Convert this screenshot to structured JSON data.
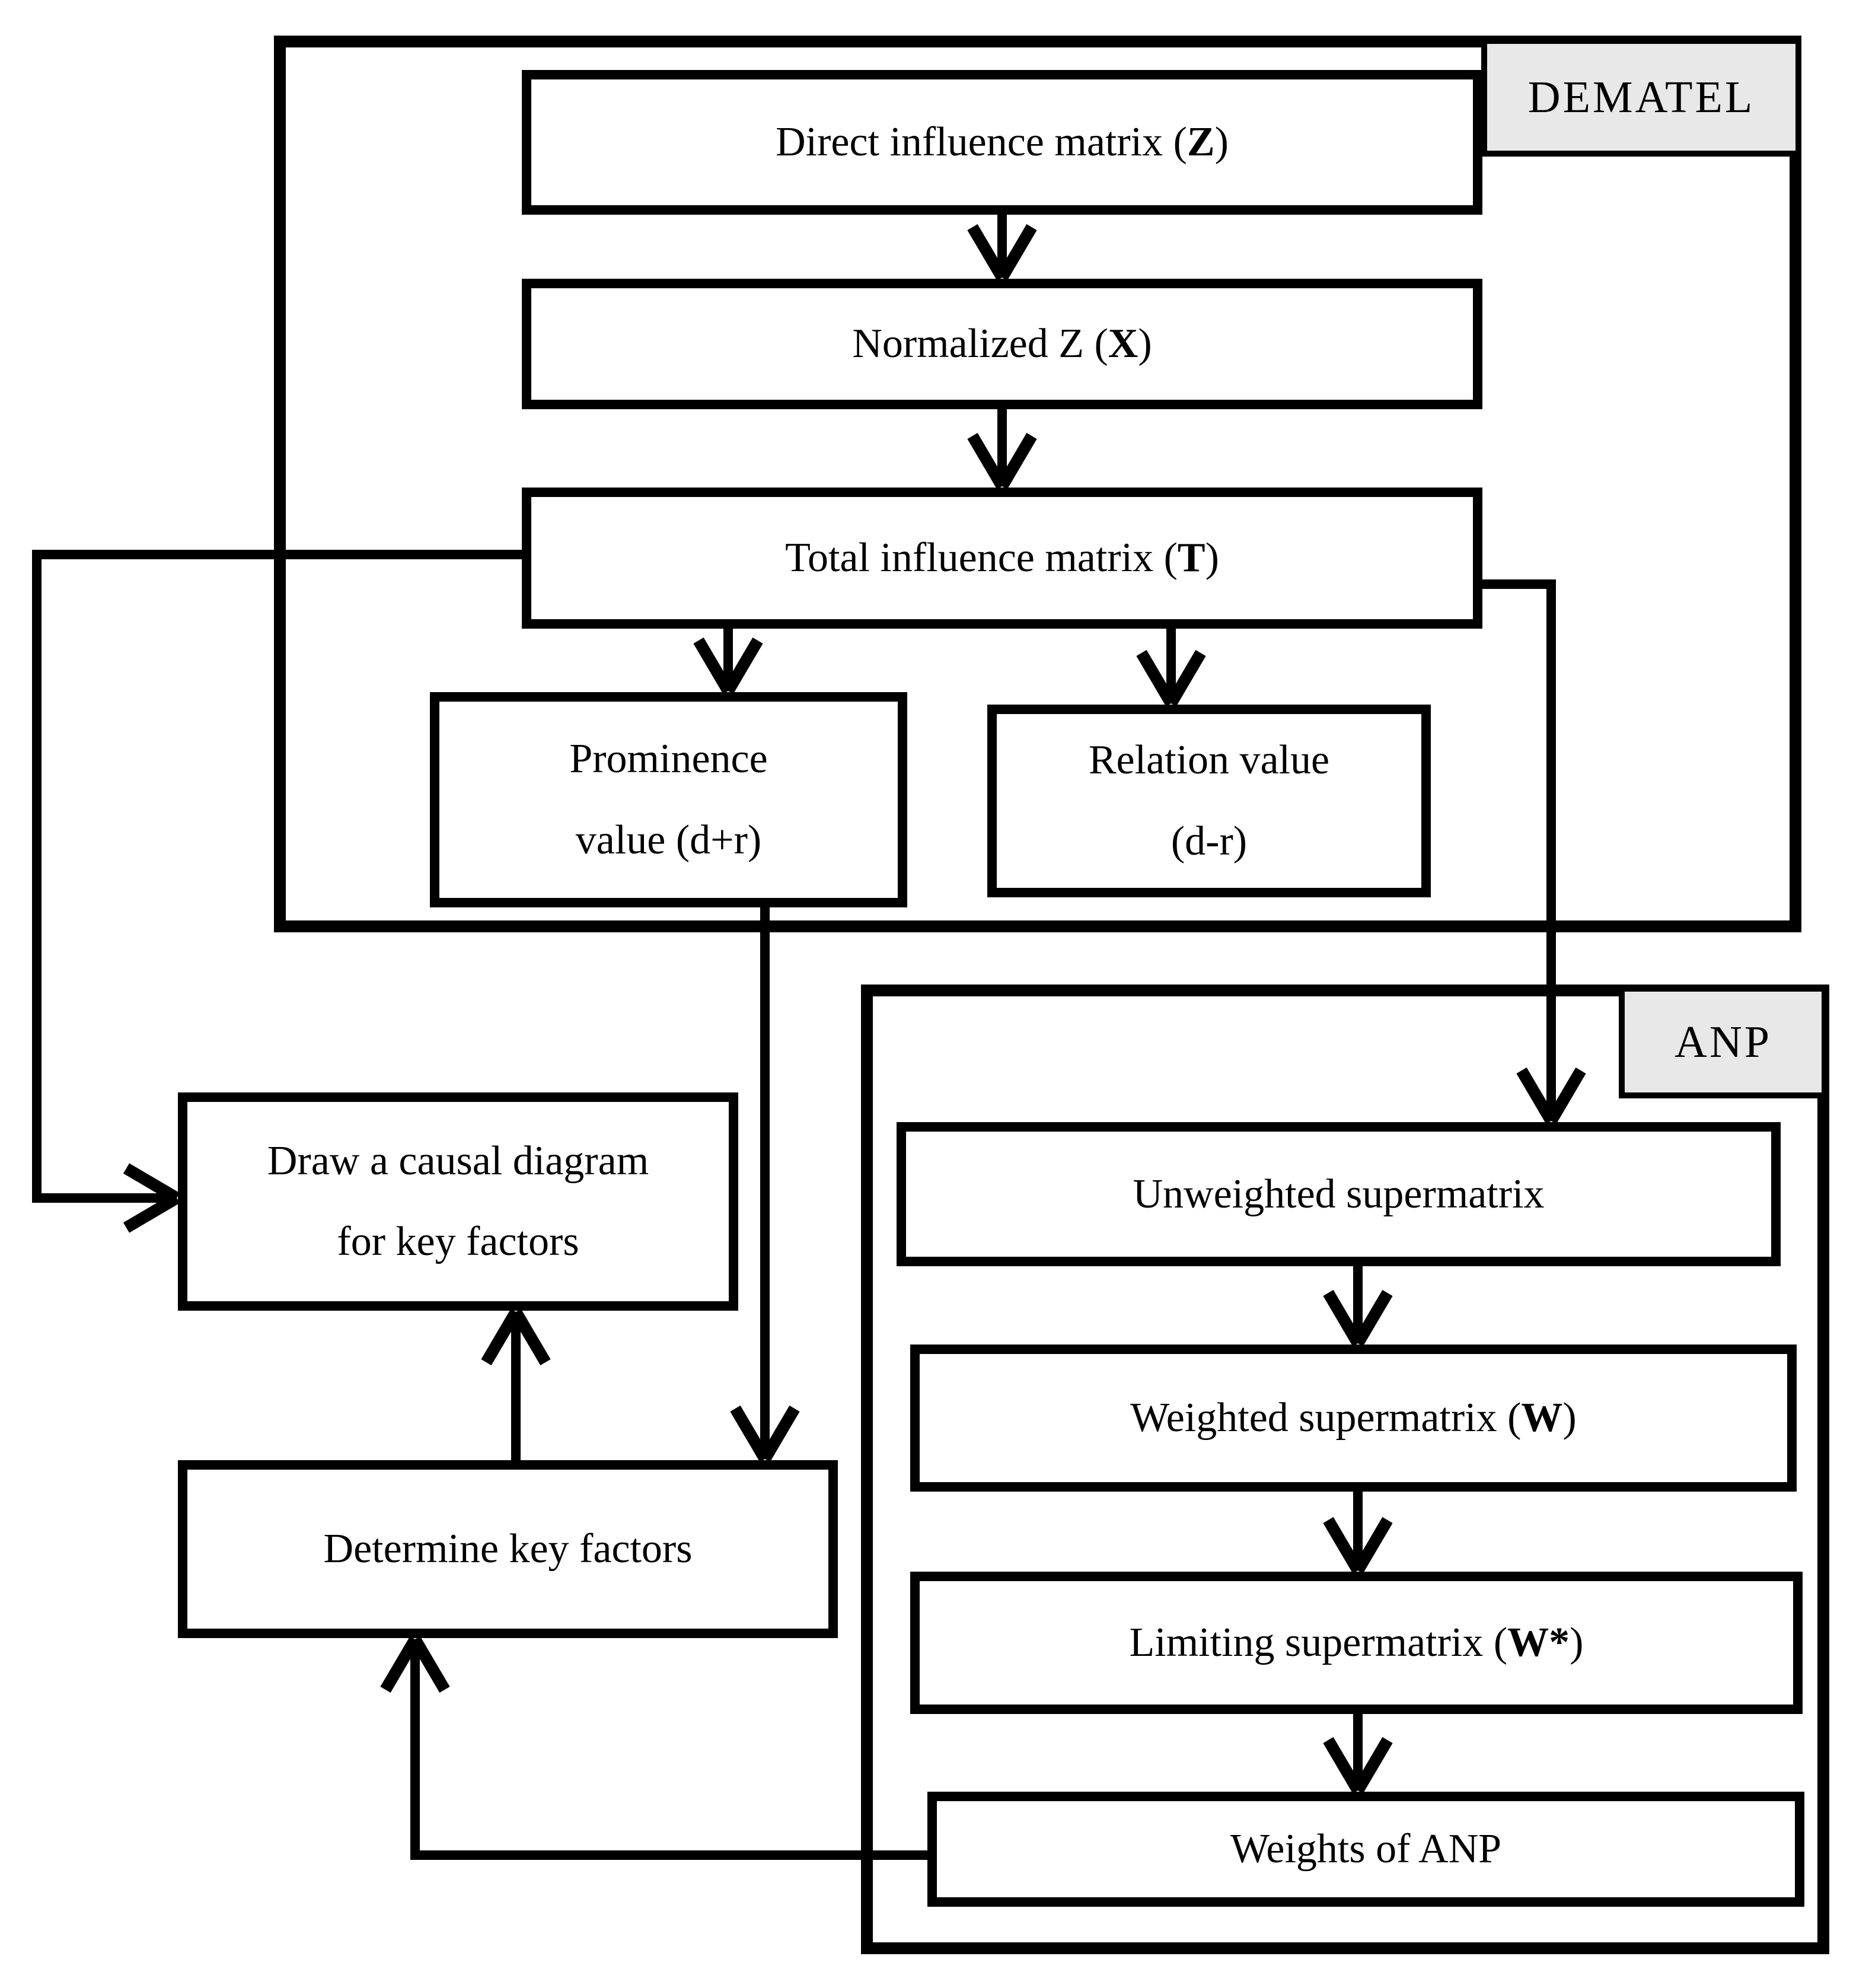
{
  "diagram": {
    "groups": {
      "dematel": {
        "label": "DEMATEL"
      },
      "anp": {
        "label": "ANP"
      }
    },
    "nodes": {
      "direct": {
        "pre": "Direct influence matrix (",
        "strong": "Z",
        "post": ")"
      },
      "normalized": {
        "pre": "Normalized Z (",
        "strong": "X",
        "post": ")"
      },
      "total": {
        "pre": "Total influence matrix (",
        "strong": "T",
        "post": ")"
      },
      "prominence": {
        "line1": "Prominence",
        "line2": "value (d+r)"
      },
      "relation": {
        "line1": "Relation value",
        "line2": "(d-r)"
      },
      "causal": {
        "line1": "Draw a causal diagram",
        "line2": "for key factors"
      },
      "determine": {
        "label": "Determine key factors"
      },
      "unweighted": {
        "label": "Unweighted supermatrix"
      },
      "weighted": {
        "pre": "Weighted supermatrix (",
        "strong": "W",
        "post": ")"
      },
      "limiting": {
        "pre": "Limiting supermatrix (",
        "strong": "W*",
        "post": ")"
      },
      "weights": {
        "label": "Weights of ANP"
      }
    }
  }
}
